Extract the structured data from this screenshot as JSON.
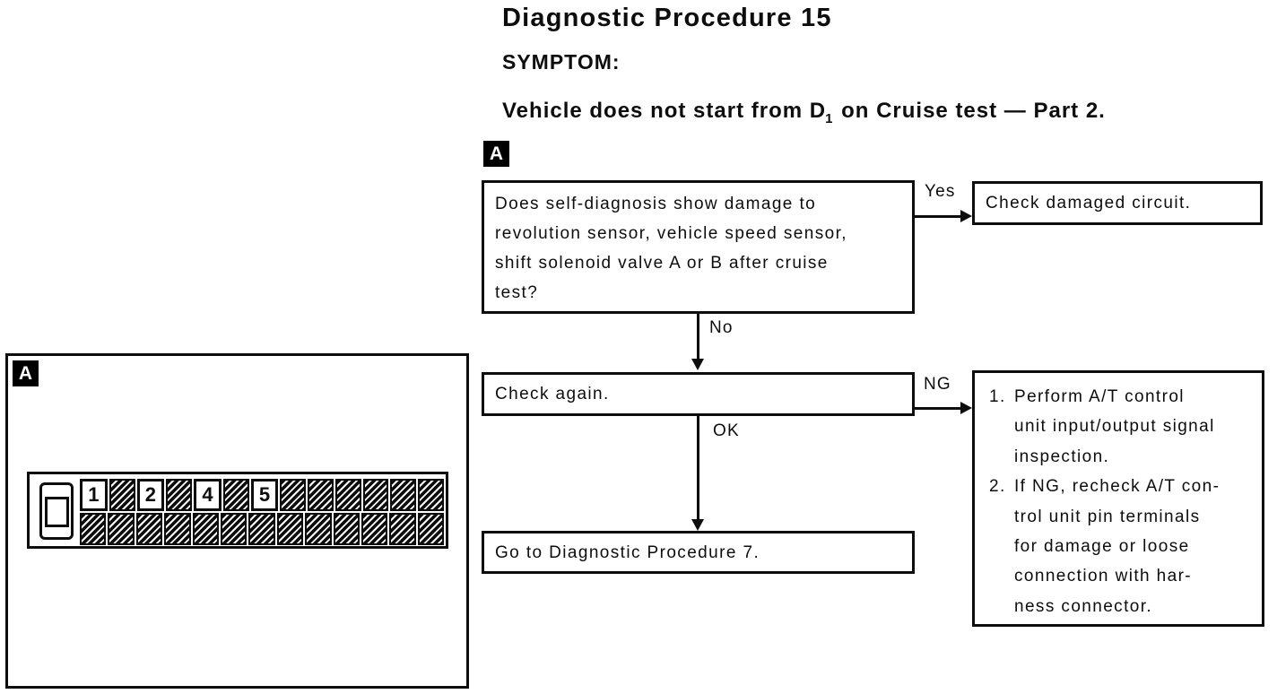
{
  "header": {
    "title": "Diagnostic Procedure 15",
    "symptom_label": "SYMPTOM:",
    "symptom": {
      "pre": "Vehicle does not start from D",
      "sub": "1",
      "post": " on Cruise test — Part 2."
    },
    "section_marker": "A"
  },
  "flowchart": {
    "question_box": "Does self-diagnosis show damage to\nrevolution sensor, vehicle speed sensor,\nshift solenoid valve A or B after cruise\ntest?",
    "yes_label": "Yes",
    "no_label": "No",
    "yes_result_box": "Check damaged circuit.",
    "check_again_box": "Check again.",
    "ng_label": "NG",
    "ok_label": "OK",
    "ok_result_box": "Go to Diagnostic Procedure 7.",
    "ng_result_box": {
      "items": [
        {
          "num": "1.",
          "text": "Perform A/T control\nunit input/output signal\ninspection."
        },
        {
          "num": "2.",
          "text": "If NG, recheck A/T con-\ntrol unit pin terminals\nfor damage or loose\nconnection with har-\nness connector."
        }
      ]
    }
  },
  "connector_panel": {
    "marker": "A",
    "pins": {
      "top_row": [
        "1",
        null,
        "2",
        null,
        "4",
        null,
        "5",
        null,
        null,
        null,
        null,
        null,
        null
      ],
      "bottom_row": [
        null,
        null,
        null,
        null,
        null,
        null,
        null,
        null,
        null,
        null,
        null,
        null,
        null
      ]
    }
  }
}
